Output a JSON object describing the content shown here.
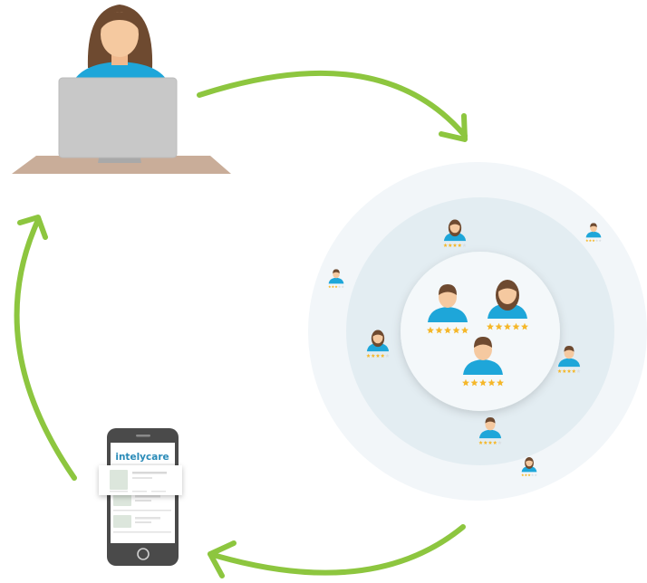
{
  "phone": {
    "brand": "intelycare"
  },
  "colors": {
    "arrow": "#8dc63f",
    "outer_ring": "#f2f6f9",
    "middle_ring": "#e3edf2",
    "inner_circle": "#f4f8fa",
    "shirt": "#1ea6d9",
    "skin": "#f5c9a0",
    "hair": "#6e4a30",
    "star": "#f5b729",
    "monitor": "#c8c8c8",
    "desk": "#c9ad99",
    "phone_body": "#4a4a4a",
    "brand_text": "#2a8bb8"
  },
  "icons": {
    "worker": "nurse-at-computer-icon",
    "pool": "rated-caregivers-pool-icon",
    "phone": "mobile-app-icon",
    "arrow": "curved-arrow-icon"
  },
  "caregivers": {
    "inner": [
      5,
      5,
      5
    ],
    "middle_ring": [
      4,
      4,
      4,
      4
    ],
    "outer_ring": [
      3,
      3,
      3
    ]
  }
}
